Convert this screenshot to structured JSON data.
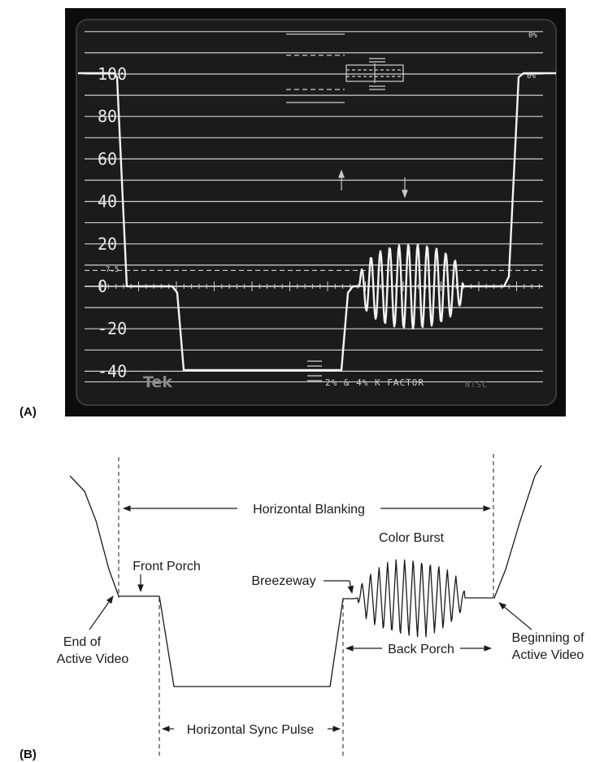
{
  "panel_a": {
    "label": "(A)",
    "scale_labels": [
      "100",
      "80",
      "60",
      "40",
      "20",
      "0",
      "-20",
      "-40"
    ],
    "setup_label": "7.5",
    "corner_label_top": "0%",
    "corner_label_mid": "0%",
    "brand": "Tek",
    "kfactor": "2% & 4%  K FACTOR",
    "standard": "NTSC"
  },
  "panel_b": {
    "label": "(B)",
    "horizontal_blanking": "Horizontal Blanking",
    "color_burst": "Color Burst",
    "front_porch": "Front Porch",
    "breezeway": "Breezeway",
    "end_of_active_video_1": "End of",
    "end_of_active_video_2": "Active Video",
    "back_porch": "Back Porch",
    "beginning_of_active_video_1": "Beginning of",
    "beginning_of_active_video_2": "Active Video",
    "horizontal_sync_pulse": "Horizontal Sync Pulse"
  },
  "colors": {
    "screen_bg": "#1b1b1b",
    "bezel": "#0c0c0c",
    "trace": "#f4f4f4",
    "graticule": "#cfcfcf",
    "ink": "#1a1a1a"
  }
}
